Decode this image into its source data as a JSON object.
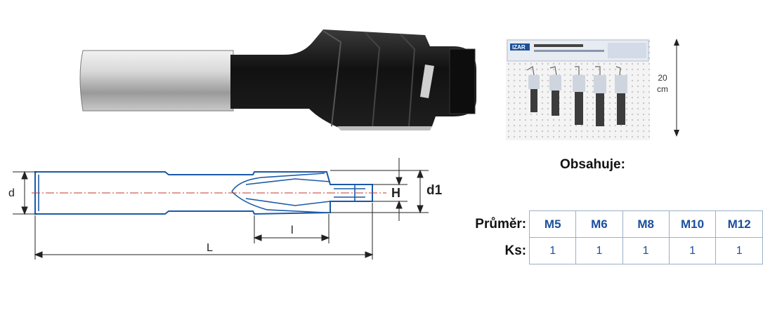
{
  "drawing": {
    "d_label": "d",
    "d1_label": "d1",
    "H_label": "H",
    "l_label": "l",
    "L_label": "L"
  },
  "display": {
    "brand": "IZAR",
    "height_value": "20",
    "height_unit": "cm"
  },
  "contents": {
    "title": "Obsahuje:",
    "diameter_label": "Průměr:",
    "qty_label": "Ks:",
    "sizes": [
      "M5",
      "M6",
      "M8",
      "M10",
      "M12"
    ],
    "quantities": [
      "1",
      "1",
      "1",
      "1",
      "1"
    ]
  },
  "colors": {
    "drawing_blue": "#1a5aa8",
    "center_line": "#c0392b",
    "table_text": "#1a4f9c"
  }
}
